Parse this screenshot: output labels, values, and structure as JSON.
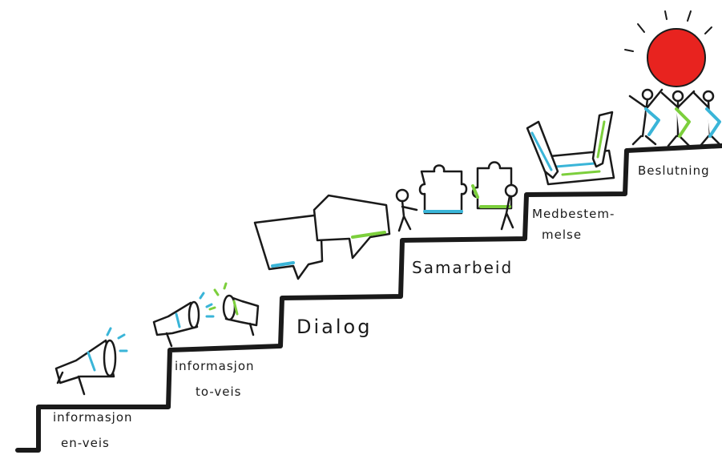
{
  "steps": {
    "informasjon_en_veis": {
      "line1": "informasjon",
      "line2": "en-veis"
    },
    "informasjon_to_veis": {
      "line1": "informasjon",
      "line2": "to-veis"
    },
    "dialog": {
      "label": "Dialog"
    },
    "samarbeid": {
      "label": "Samarbeid"
    },
    "medbestemmelse": {
      "line1": "Medbestem-",
      "line2": "melse"
    },
    "beslutning": {
      "label": "Beslutning"
    }
  },
  "colors": {
    "ink": "#1a1a1a",
    "blue": "#3ab5d8",
    "green": "#7ccf3c",
    "sun": "#e8231f"
  },
  "icons": [
    "megaphone-icon",
    "two-megaphones-icon",
    "speech-bubbles-icon",
    "puzzle-people-icon",
    "signing-pencils-icon",
    "celebrating-people-sun-icon"
  ]
}
